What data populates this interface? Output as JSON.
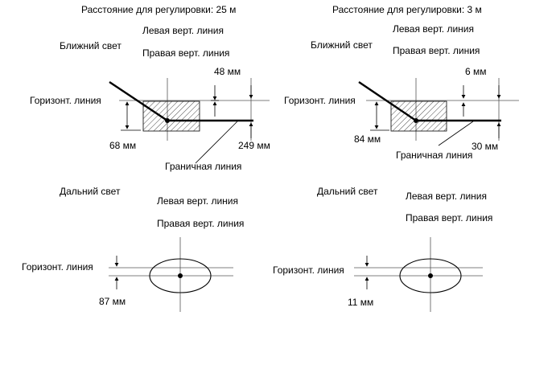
{
  "low_beam_25m": {
    "distance_title": "Расстояние для регулировки: 25 м",
    "beam_label": "Ближний свет",
    "left_vertical": "Левая верт. линия",
    "right_vertical": "Правая верт. линия",
    "horizontal": "Горизонт. линия",
    "cutoff_line": "Граничная линия",
    "dim_top": "48 мм",
    "dim_left": "68 мм",
    "dim_right": "249 мм"
  },
  "low_beam_3m": {
    "distance_title": "Расстояние для регулировки: 3 м",
    "beam_label": "Ближний свет",
    "left_vertical": "Левая верт. линия",
    "right_vertical": "Правая верт. линия",
    "horizontal": "Горизонт. линия",
    "cutoff_line": "Граничная линия",
    "dim_top": "6 мм",
    "dim_left": "84 мм",
    "dim_right": "30 мм"
  },
  "high_beam_25m": {
    "beam_label": "Дальний свет",
    "left_vertical": "Левая верт. линия",
    "right_vertical": "Правая верт. линия",
    "horizontal": "Горизонт. линия",
    "dim": "87 мм"
  },
  "high_beam_3m": {
    "beam_label": "Дальний свет",
    "left_vertical": "Левая верт. линия",
    "right_vertical": "Правая верт. линия",
    "horizontal": "Горизонт. линия",
    "dim": "11 мм"
  }
}
